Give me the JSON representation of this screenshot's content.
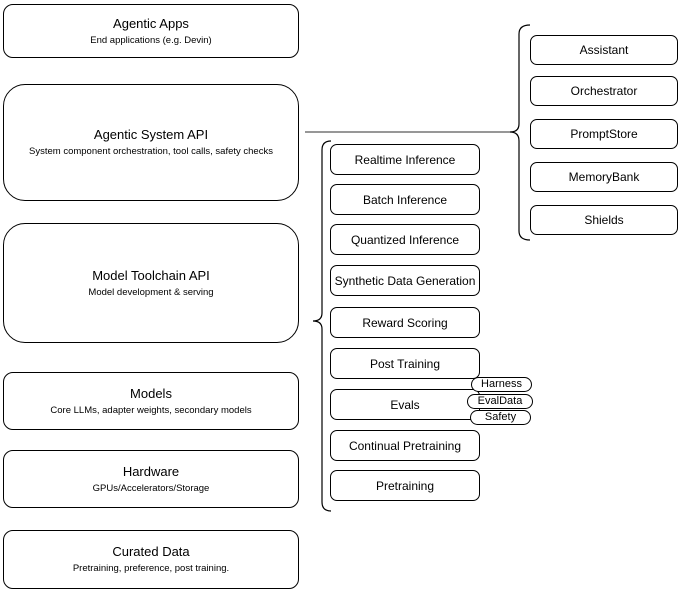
{
  "diagram": {
    "stack": [
      {
        "title": "Agentic Apps",
        "subtitle": "End applications (e.g. Devin)"
      },
      {
        "title": "Agentic System API",
        "subtitle": "System component orchestration, tool calls, safety checks"
      },
      {
        "title": "Model Toolchain API",
        "subtitle": "Model development & serving"
      },
      {
        "title": "Models",
        "subtitle": "Core LLMs, adapter weights, secondary models"
      },
      {
        "title": "Hardware",
        "subtitle": "GPUs/Accelerators/Storage"
      },
      {
        "title": "Curated Data",
        "subtitle": "Pretraining, preference, post training."
      }
    ],
    "toolchain": {
      "items": [
        "Realtime Inference",
        "Batch Inference",
        "Quantized Inference",
        "Synthetic Data Generation",
        "Reward Scoring",
        "Post Training",
        "Evals",
        "Continual Pretraining",
        "Pretraining"
      ]
    },
    "evals_tags": [
      "Harness",
      "EvalData",
      "Safety"
    ],
    "system_components": [
      "Assistant",
      "Orchestrator",
      "PromptStore",
      "MemoryBank",
      "Shields"
    ],
    "colors": {
      "stroke": "#000000",
      "background": "#ffffff",
      "connector": "#595959"
    }
  }
}
